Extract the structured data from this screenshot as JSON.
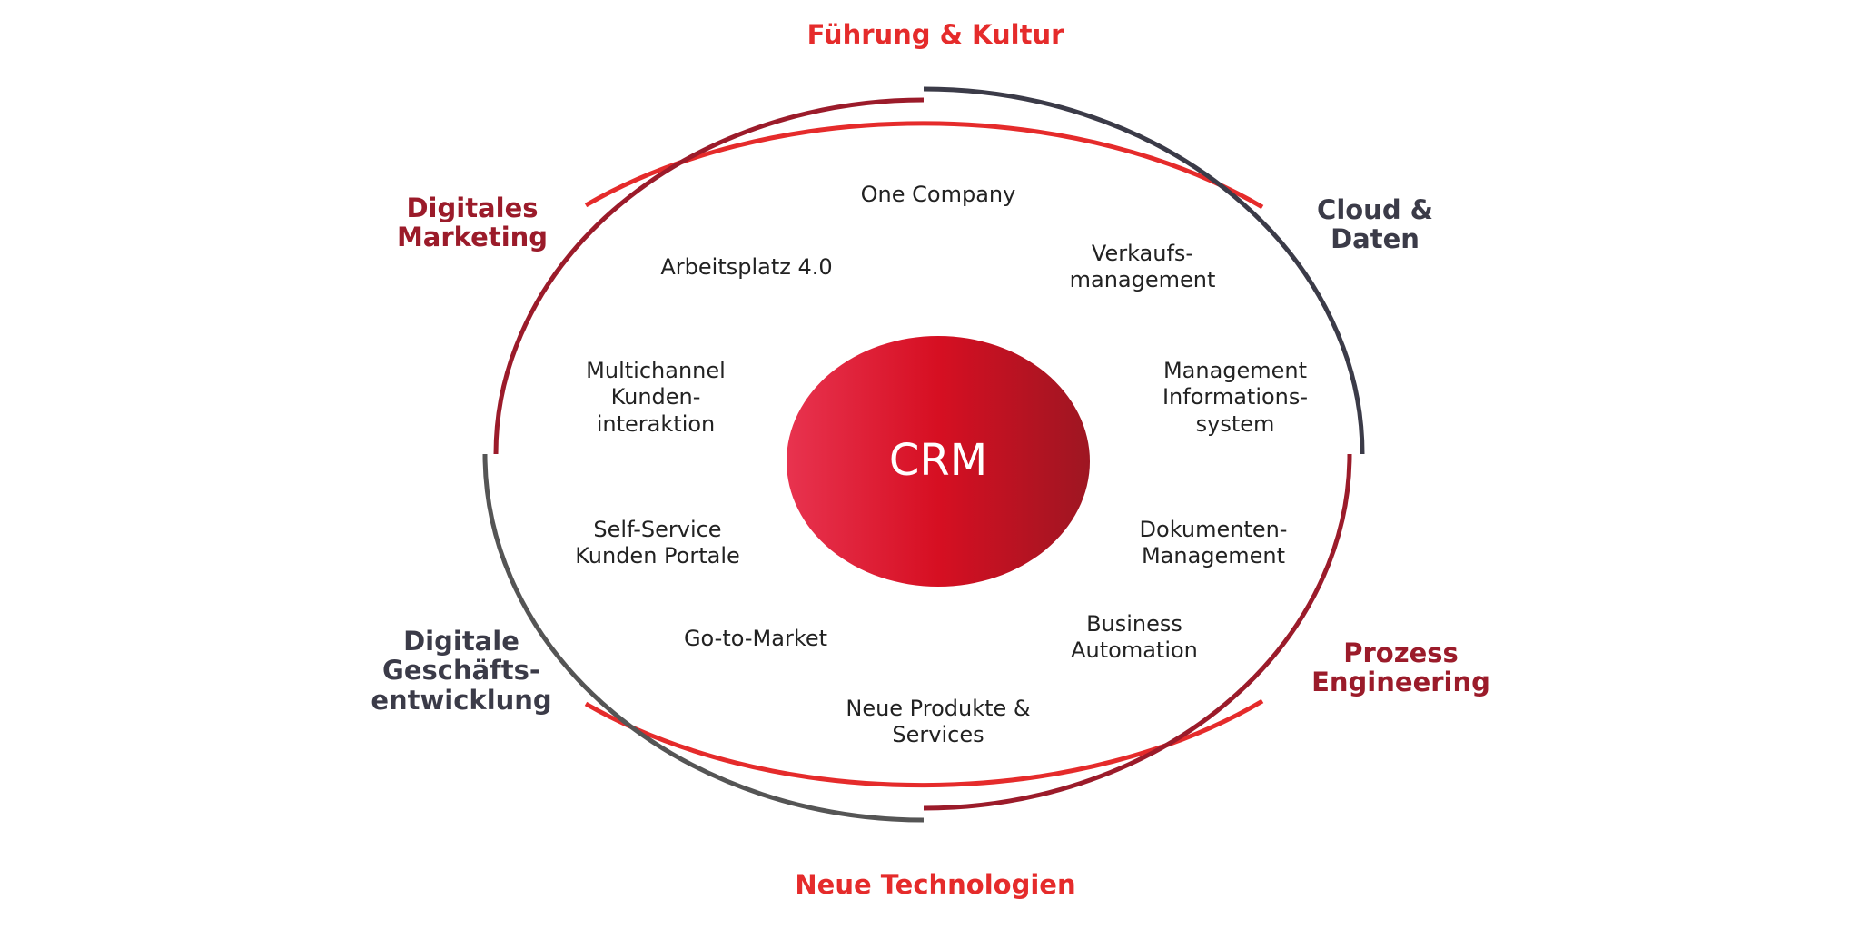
{
  "colors": {
    "red": "#e52b2b",
    "dark_red": "#9b1b2a",
    "slate": "#3b3b48",
    "gray": "#555555",
    "crm_gradient": [
      "#e8334f",
      "#d60f22",
      "#9e1622"
    ],
    "inner_text": "#222222"
  },
  "center": {
    "label": "CRM"
  },
  "outer_labels": {
    "top": "Führung & Kultur",
    "top_left": "Digitales\nMarketing",
    "top_right": "Cloud &\nDaten",
    "bottom_left": "Digitale\nGeschäfts-\nentwicklung",
    "bottom_right": "Prozess\nEngineering",
    "bottom": "Neue Technologien"
  },
  "inner_labels": {
    "one_company": "One Company",
    "arbeitsplatz": "Arbeitsplatz 4.0",
    "verkaufsmanagement": "Verkaufs-\nmanagement",
    "multichannel": "Multichannel\nKunden-\ninteraktion",
    "mis": "Management\nInformations-\nsystem",
    "self_service": "Self-Service\nKunden Portale",
    "dokumenten": "Dokumenten-\nManagement",
    "go_to_market": "Go-to-Market",
    "business_automation": "Business\nAutomation",
    "neue_produkte": "Neue Produkte &\nServices"
  }
}
